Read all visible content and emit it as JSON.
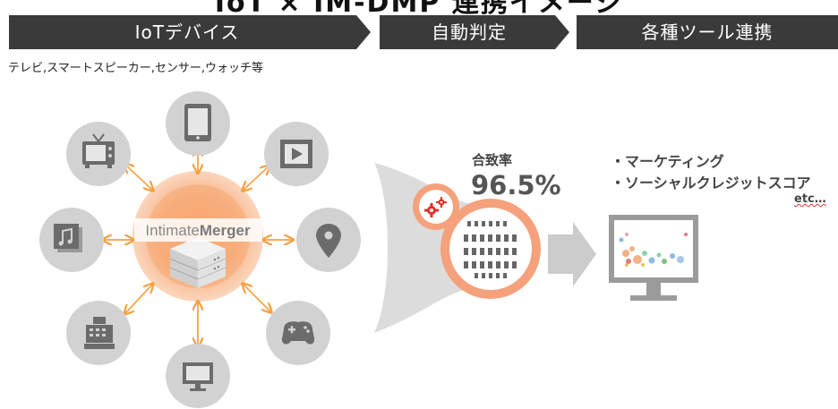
{
  "header": {
    "title_cut": "IoT × IM-DMP 連携イメージ",
    "steps": [
      "IoTデバイス",
      "自動判定",
      "各種ツール連携"
    ]
  },
  "subtitle": "テレビ,スマートスピーカー,センサー,ウォッチ等",
  "hub": {
    "logo_plain": "Intimate",
    "logo_bold": "Merger"
  },
  "match": {
    "label": "合致率",
    "value": "96.5%"
  },
  "tools": {
    "items": [
      "・マーケティング",
      "・ソーシャルクレジットスコア"
    ],
    "etc": "etc…"
  },
  "colors": {
    "banner": "#3a3a3a",
    "orange": "#f5a040",
    "ring": "#f4a17c",
    "grey_circle": "#d2d2d2",
    "icon": "#6b6b6b",
    "funnel": "#dcdcdc"
  },
  "devices": [
    "tablet-icon",
    "video-player-icon",
    "location-pin-icon",
    "game-controller-icon",
    "monitor-icon",
    "cash-register-icon",
    "music-album-icon",
    "television-icon"
  ]
}
